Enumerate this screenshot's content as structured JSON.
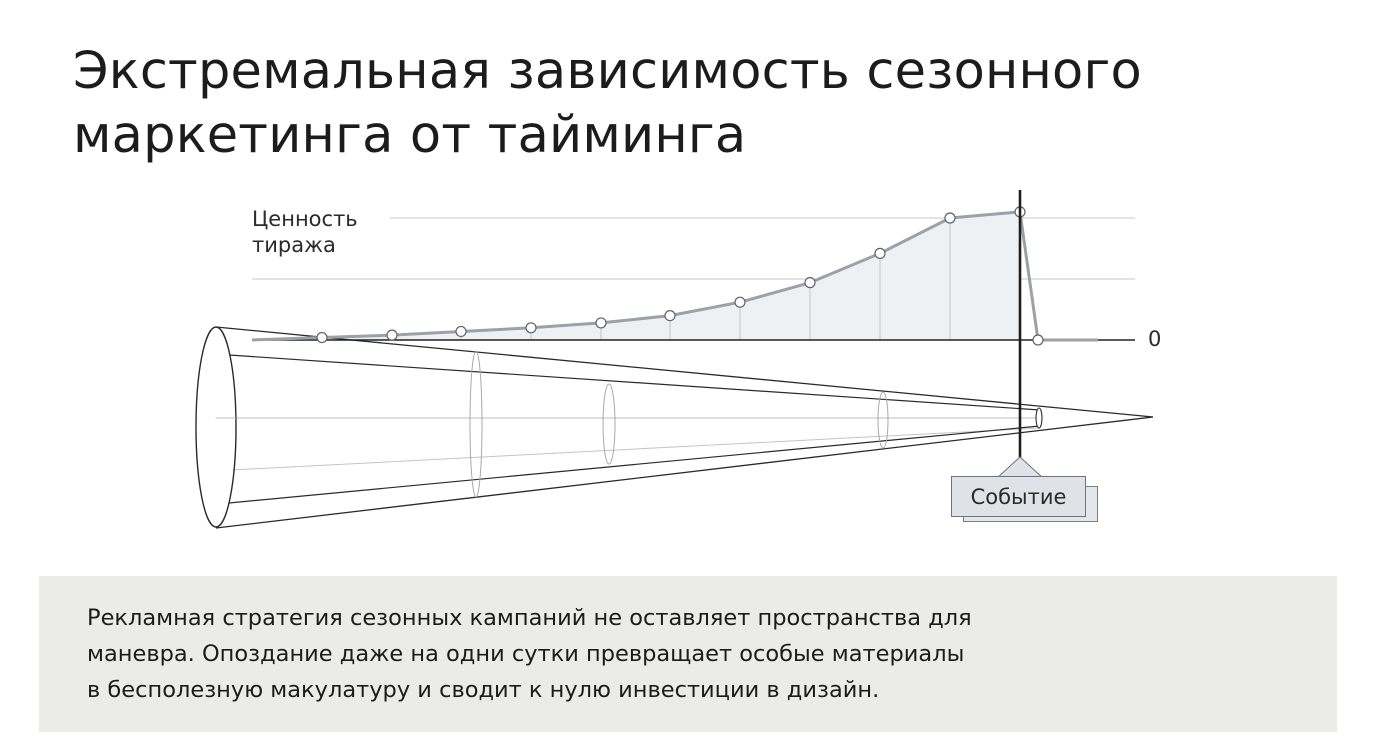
{
  "title_lines": [
    "Экстремальная зависимость сезонного",
    "маркетинга от тайминга"
  ],
  "ylabel_lines": [
    "Ценность",
    "тиража"
  ],
  "zero_label": "0",
  "event_label": "Событие",
  "caption_lines": [
    "Рекламная стратегия сезонных кампаний не оставляет пространства для",
    "маневра. Опоздание даже на одни сутки превращает особые материалы",
    "в бесполезную макулатуру и сводит к нулю инвестиции в дизайн."
  ],
  "curve_values": [
    0.02,
    0.04,
    0.07,
    0.1,
    0.14,
    0.2,
    0.31,
    0.47,
    0.71,
    1.0,
    1.05,
    0.0
  ],
  "colors": {
    "curve": "#9aa1a8",
    "fill": "#eef1f4",
    "axis": "#222222",
    "grid": "#c9c9c9",
    "panel": "#ebebea"
  }
}
